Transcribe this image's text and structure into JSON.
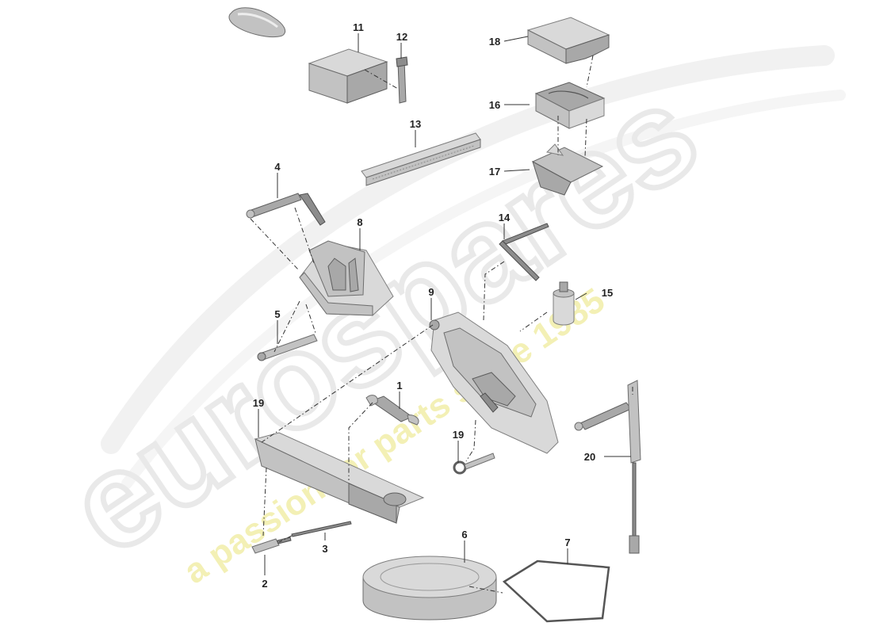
{
  "watermark": {
    "logo": "eurospares",
    "tagline": "a passion for parts since 1985",
    "tagline_color": "#efeb9d"
  },
  "callouts": {
    "p1": "1",
    "p2": "2",
    "p3": "3",
    "p4": "4",
    "p5": "5",
    "p6": "6",
    "p7": "7",
    "p8": "8",
    "p9": "9",
    "p11": "11",
    "p12": "12",
    "p13": "13",
    "p14": "14",
    "p15": "15",
    "p16": "16",
    "p17": "17",
    "p18": "18",
    "p19a": "19",
    "p19b": "19",
    "p20": "20"
  }
}
